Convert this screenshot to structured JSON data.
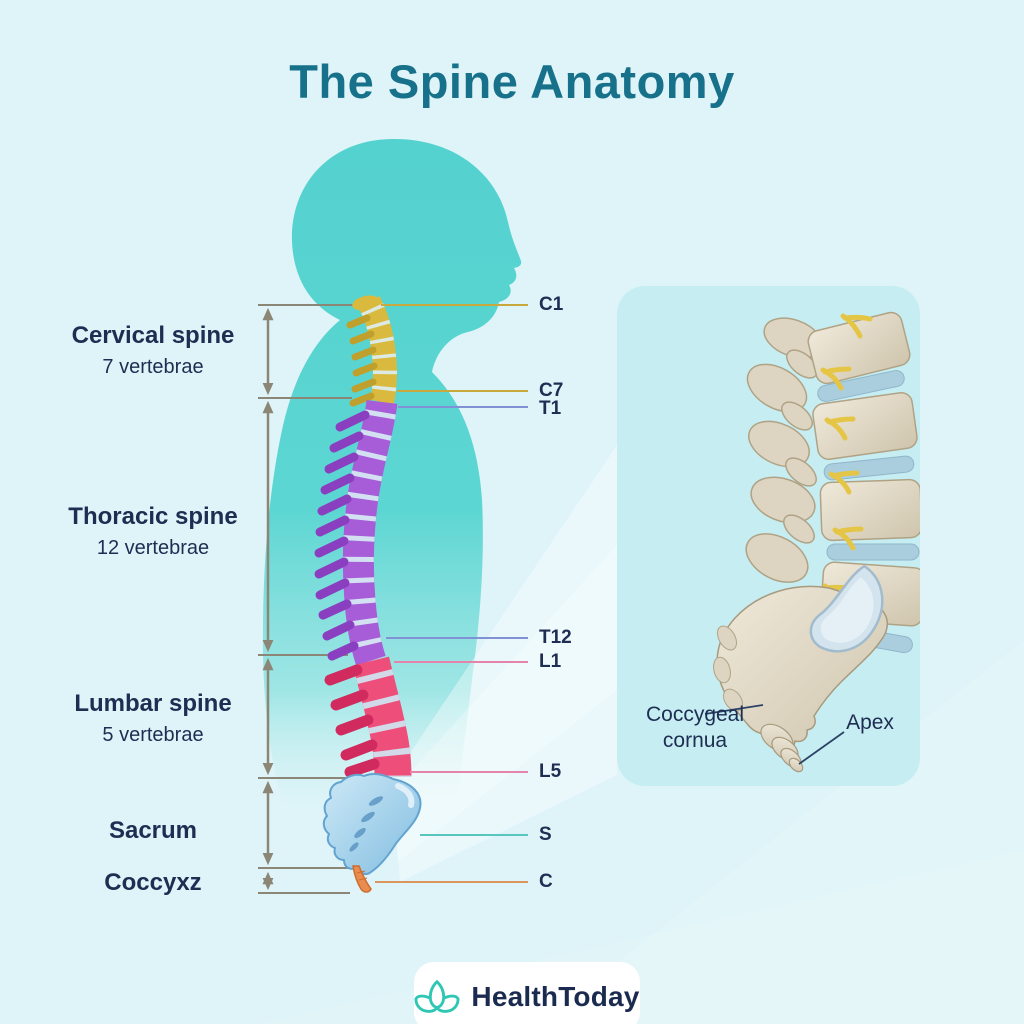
{
  "title": "The Spine Anatomy",
  "sections": [
    {
      "label": "Cervical spine",
      "sublabel": "7 vertebrae"
    },
    {
      "label": "Thoracic spine",
      "sublabel": "12 vertebrae"
    },
    {
      "label": "Lumbar spine",
      "sublabel": "5 vertebrae"
    },
    {
      "label": "Sacrum",
      "sublabel": ""
    },
    {
      "label": "Coccyxz",
      "sublabel": ""
    }
  ],
  "markers": [
    {
      "label": "C1",
      "line_color": "#c9a93e"
    },
    {
      "label": "C7",
      "line_color": "#c9a93e"
    },
    {
      "label": "T1",
      "line_color": "#8191d6"
    },
    {
      "label": "T12",
      "line_color": "#8191d6"
    },
    {
      "label": "L1",
      "line_color": "#e583aa"
    },
    {
      "label": "L5",
      "line_color": "#e583aa"
    },
    {
      "label": "S",
      "line_color": "#57c6be"
    },
    {
      "label": "C",
      "line_color": "#dd9560"
    }
  ],
  "detail_panel": {
    "coccygeal_line1": "Coccygeal",
    "coccygeal_line2": "cornua",
    "apex": "Apex"
  },
  "logo": {
    "name": "HealthToday"
  },
  "colors": {
    "background": "#def4f8",
    "title": "#18718a",
    "text_dark": "#1e2d52",
    "silhouette": "#57d3cf",
    "cervical": "#d9ba3e",
    "thoracic": "#a75cd8",
    "lumbar": "#ee4e7a",
    "sacrum": "#8ec6e4",
    "coccyx": "#ea8c4e",
    "panel_background": "#c6edf2",
    "measure_lines": "#8b8675",
    "logo_teal": "#2fc7b3"
  }
}
